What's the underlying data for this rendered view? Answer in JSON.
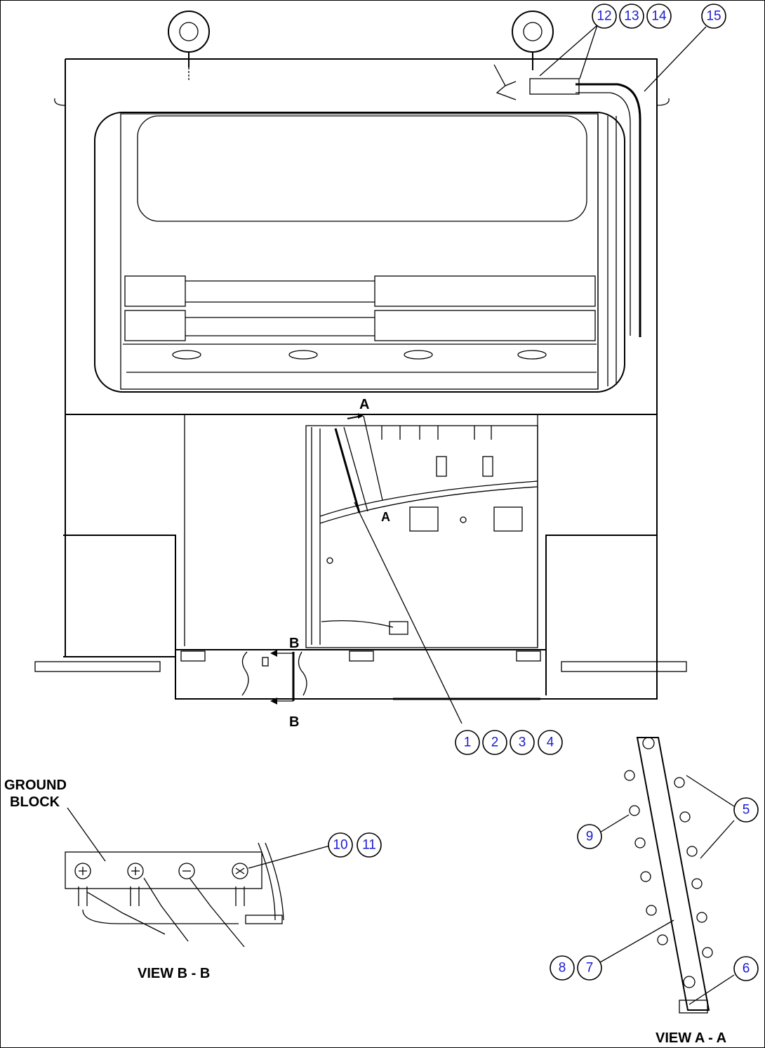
{
  "callouts": [
    "1",
    "2",
    "3",
    "4",
    "5",
    "6",
    "7",
    "8",
    "9",
    "10",
    "11",
    "12",
    "13",
    "14",
    "15"
  ],
  "section_marks": {
    "a": "A",
    "b": "B"
  },
  "labels": {
    "ground_block": "GROUND BLOCK",
    "ground_block_line1": "GROUND",
    "ground_block_line2": "BLOCK",
    "view_b": "VIEW B - B",
    "view_a": "VIEW A - A"
  },
  "colors": {
    "callout_text": "#1a1ad0",
    "line": "#000000",
    "background": "#ffffff"
  }
}
